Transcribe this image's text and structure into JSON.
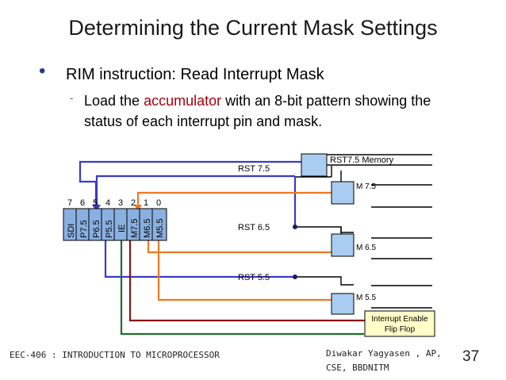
{
  "slide": {
    "title": "Determining the Current Mask Settings",
    "bullet": "RIM instruction: Read Interrupt Mask",
    "sub_dash": "-",
    "sub_text_before": "Load the ",
    "sub_text_accent": "accumulator",
    "sub_text_after": " with an 8-bit pattern showing the status of each interrupt pin and mask.",
    "accent_color": "#a5000d"
  },
  "diagram": {
    "bit_numbers": [
      "7",
      "6",
      "5",
      "4",
      "3",
      "2",
      "1",
      "0"
    ],
    "register_bits": [
      "SDI",
      "P7.5",
      "P6.5",
      "P5.5",
      "IE",
      "M7.5",
      "M6.5",
      "M5.5"
    ],
    "rst_labels": {
      "rst75": "RST 7.5",
      "rst65": "RST 6.5",
      "rst55": "RST 5.5"
    },
    "memory_label": "RST7.5 Memory",
    "mask_labels": {
      "m75": "M 7.5",
      "m65": "M 6.5",
      "m55": "M 5.5"
    },
    "flipflop_label_1": "Interrupt Enable",
    "flipflop_label_2": "Flip Flop",
    "colors": {
      "blue_wire": "#3a3ac8",
      "orange_wire": "#f07820",
      "green_wire": "#1e6e2e",
      "red_wire": "#8a1414",
      "block_fill": "#a8cdf0",
      "register_fill": "#8ab0e0",
      "flipflop_fill": "#ffffc8"
    }
  },
  "footer": {
    "course": "EEC-406 : INTRODUCTION TO MICROPROCESSOR",
    "author_line1": "Diwakar Yagyasen , AP,",
    "author_line2": "CSE, BBDNITM",
    "page_number": "37"
  }
}
